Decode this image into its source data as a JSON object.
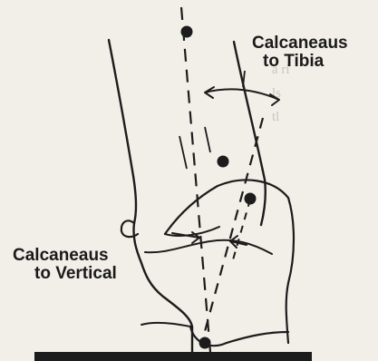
{
  "labels": {
    "calc_tibia_line1": "Calcaneaus",
    "calc_tibia_line2": "to Tibia",
    "calc_vertical_line1": "Calcaneaus",
    "calc_vertical_line2": "to Vertical"
  },
  "colors": {
    "ink": "#1c1c1c",
    "paper": "#f2efe9",
    "ghost_text": "#c9c5bd"
  }
}
